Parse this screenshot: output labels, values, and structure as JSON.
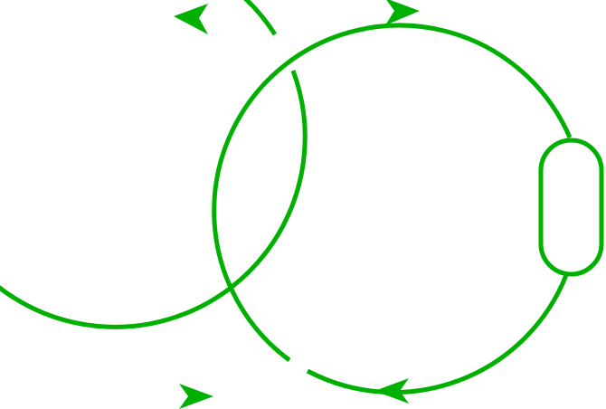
{
  "diagram": {
    "stroke_color": "#00b000",
    "background": "#ffffff",
    "components": [
      {
        "name": "left-loop",
        "shape": "circle-with-gap-at-crossing"
      },
      {
        "name": "right-loop",
        "shape": "circle-with-gap-at-crossing"
      },
      {
        "name": "capsule-node",
        "shape": "rounded-capsule",
        "on": "right-loop"
      }
    ],
    "arrows": [
      {
        "name": "left-loop-top-arrow",
        "direction": "left"
      },
      {
        "name": "left-loop-bottom-arrow",
        "direction": "right"
      },
      {
        "name": "right-loop-top-arrow",
        "direction": "right"
      },
      {
        "name": "right-loop-bottom-arrow",
        "direction": "left"
      }
    ]
  }
}
